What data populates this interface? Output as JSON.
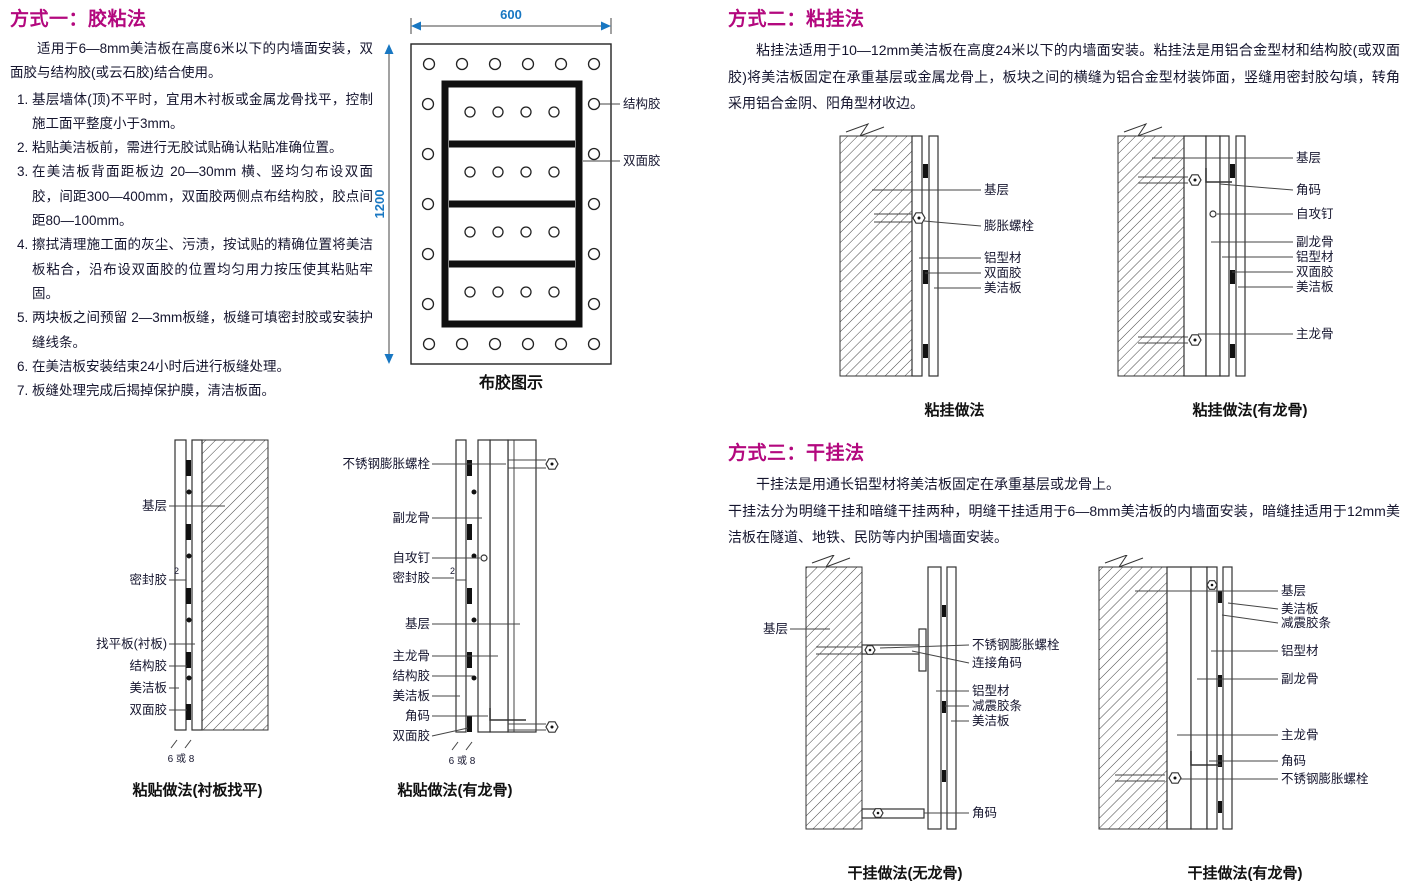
{
  "colors": {
    "accent_magenta": "#b3087e",
    "body_text": "#15152e",
    "dimension_blue": "#1877c2"
  },
  "method1": {
    "title": "方式一：胶粘法",
    "intro": "适用于6—8mm美洁板在高度6米以下的内墙面安装，双面胶与结构胶(或云石胶)结合使用。",
    "steps": [
      "基层墙体(顶)不平时，宜用木衬板或金属龙骨找平，控制施工面平整度小于3mm。",
      "粘贴美洁板前，需进行无胶试贴确认粘贴准确位置。",
      "在美洁板背面距板边 20—30mm 横、竖均匀布设双面胶，间距300—400mm，双面胶两侧点布结构胶，胶点间距80—100mm。",
      "擦拭清理施工面的灰尘、污渍，按试贴的精确位置将美洁板粘合，沿布设双面胶的位置均匀用力按压使其粘贴牢固。",
      "两块板之间预留 2—3mm板缝，板缝可填密封胶或安装护缝线条。",
      "在美洁板安装结束24小时后进行板缝处理。",
      "板缝处理完成后揭掉保护膜，清洁板面。"
    ]
  },
  "glue_diagram": {
    "dim_width": "600",
    "dim_height": "1200",
    "label_structural_glue": "结构胶",
    "label_double_tape": "双面胶",
    "caption": "布胶图示"
  },
  "paste_lining": {
    "labels": [
      "基层",
      "密封胶",
      "找平板(衬板)",
      "结构胶",
      "美洁板",
      "双面胶"
    ],
    "seam_note": "2",
    "thickness_note": "6 或 8",
    "caption": "粘贴做法(衬板找平)"
  },
  "paste_keel": {
    "labels": [
      "不锈钢膨胀螺栓",
      "副龙骨",
      "自攻钉",
      "密封胶",
      "基层",
      "主龙骨",
      "结构胶",
      "美洁板",
      "角码",
      "双面胶"
    ],
    "seam_note": "2",
    "thickness_note": "6 或 8",
    "caption": "粘贴做法(有龙骨)"
  },
  "method2": {
    "title": "方式二：粘挂法",
    "body": "粘挂法适用于10—12mm美洁板在高度24米以下的内墙面安装。粘挂法是用铝合金型材和结构胶(或双面胶)将美洁板固定在承重基层或金属龙骨上，板块之间的横缝为铝合金型材装饰面，竖缝用密封胶勾填，转角采用铝合金阴、阳角型材收边。"
  },
  "hang": {
    "labels": [
      "基层",
      "膨胀螺栓",
      "铝型材",
      "双面胶",
      "美洁板"
    ],
    "caption": "粘挂做法"
  },
  "hang_keel": {
    "labels": [
      "基层",
      "角码",
      "自攻钉",
      "副龙骨",
      "铝型材",
      "双面胶",
      "美洁板",
      "主龙骨"
    ],
    "caption": "粘挂做法(有龙骨)"
  },
  "method3": {
    "title": "方式三：干挂法",
    "body1": "干挂法是用通长铝型材将美洁板固定在承重基层或龙骨上。",
    "body2": "干挂法分为明缝干挂和暗缝干挂两种，明缝干挂适用于6—8mm美洁板的内墙面安装，暗缝挂适用于12mm美洁板在隧道、地铁、民防等内护围墙面安装。"
  },
  "dry": {
    "labels": [
      "基层",
      "不锈钢膨胀螺栓",
      "连接角码",
      "铝型材",
      "减震胶条",
      "美洁板",
      "角码"
    ],
    "caption": "干挂做法(无龙骨)"
  },
  "dry_keel": {
    "labels": [
      "基层",
      "美洁板",
      "减震胶条",
      "铝型材",
      "副龙骨",
      "主龙骨",
      "角码",
      "不锈钢膨胀螺栓"
    ],
    "caption": "干挂做法(有龙骨)"
  }
}
